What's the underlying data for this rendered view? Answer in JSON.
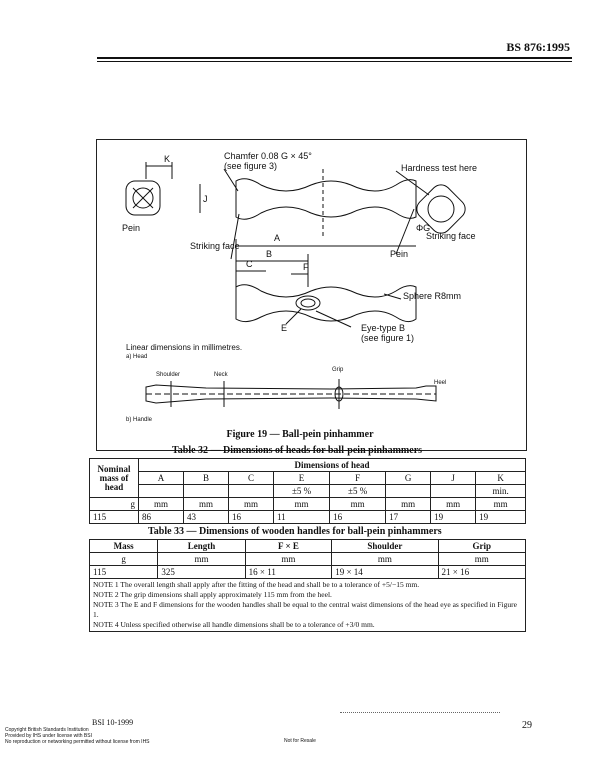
{
  "header": {
    "standard": "BS 876:1995"
  },
  "figure": {
    "labels": {
      "k": "K",
      "j": "J",
      "pein_left": "Pein",
      "chamfer": "Chamfer 0.08 G × 45°",
      "chamfer_ref": "(see figure 3)",
      "hardness": "Hardness test here",
      "phi_g": "ΦG",
      "striking_face_right": "Striking face",
      "a": "A",
      "b": "B",
      "c": "C",
      "f": "F",
      "e": "E",
      "pein_mid": "Pein",
      "striking_face_left": "Striking face",
      "sphere": "Sphere R8mm",
      "eye_type": "Eye-type B",
      "eye_ref": "(see figure 1)",
      "linear_dims": "Linear dimensions in millimetres.",
      "sub_a": "a) Head",
      "shoulder": "Shoulder",
      "neck": "Neck",
      "grip": "Grip",
      "heel": "Heel",
      "sub_b": "b) Handle"
    },
    "caption": "Figure 19 — Ball-pein pinhammer"
  },
  "table32": {
    "title": "Table 32 — Dimensions of heads for ball-pein pinhammers",
    "col0": [
      "Nominal",
      "mass of",
      "head"
    ],
    "group": "Dimensions of head",
    "letters": [
      "A",
      "B",
      "C",
      "E",
      "F",
      "G",
      "J",
      "K"
    ],
    "tolerances": [
      "",
      "",
      "",
      "±5 %",
      "±5 %",
      "",
      "",
      "min."
    ],
    "units0": "g",
    "units": [
      "mm",
      "mm",
      "mm",
      "mm",
      "mm",
      "mm",
      "mm",
      "mm"
    ],
    "row": [
      "115",
      "86",
      "43",
      "16",
      "11",
      "16",
      "17",
      "19",
      "19"
    ]
  },
  "table33": {
    "title": "Table 33 — Dimensions of wooden handles for ball-pein pinhammers",
    "headers": [
      "Mass",
      "Length",
      "F × E",
      "Shoulder",
      "Grip"
    ],
    "units": [
      "g",
      "mm",
      "mm",
      "mm",
      "mm"
    ],
    "row": [
      "115",
      "325",
      "16 × 11",
      "19 × 14",
      "21 × 16"
    ],
    "notes": [
      "NOTE 1 The overall length shall apply after the fitting of the head and shall be to a tolerance of +5/−15 mm.",
      "NOTE 2 The grip dimensions shall apply approximately 115 mm from the heel.",
      "NOTE 3 The E and F dimensions for the wooden handles shall be equal to the central waist dimensions of the head eye as specified in Figure 1.",
      "NOTE 4 Unless specified otherwise all handle dimensions shall be to a tolerance of +3/0 mm."
    ]
  },
  "footer": {
    "date": "BSI 10-1999",
    "copyright": "Copyright British Standards Institution",
    "provided": "Provided by IHS under license with BSI",
    "noreproduction": "No reproduction or networking permitted without license from IHS",
    "resale": "Not for Resale",
    "page": "29"
  }
}
